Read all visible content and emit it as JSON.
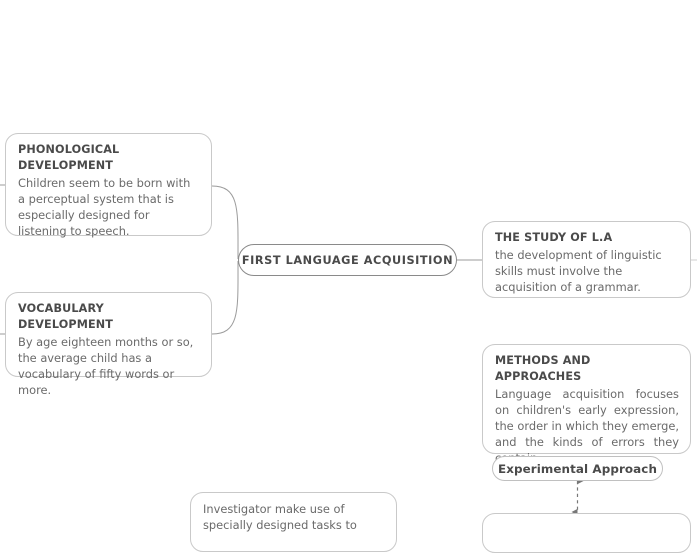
{
  "diagram": {
    "type": "mind-map",
    "title": "First Language Acquisition mind map",
    "colors": {
      "background": "#ffffff",
      "node_border": "#c9c9c9",
      "central_border": "#8a8a8a",
      "heading_text": "#4a4a4a",
      "body_text": "#6a6a6a",
      "connector": "#9b9b9b",
      "dashed_connector": "#777777"
    }
  },
  "central": {
    "label": "FIRST LANGUAGE ACQUISITION"
  },
  "nodes": {
    "phonological": {
      "title": "PHONOLOGICAL\nDEVELOPMENT",
      "body": "Children seem to be born with a perceptual system that is especially designed for listening to speech."
    },
    "vocabulary": {
      "title": "VOCABULARY DEVELOPMENT",
      "body": "By age eighteen months or so, the average child has a vocabulary of fifty words or more."
    },
    "study_of_la": {
      "title": "THE STUDY OF L.A",
      "body": "the development of linguistic skills must involve the acquisition of a grammar."
    },
    "methods": {
      "title": "METHODS AND APPROACHES",
      "body": "Language acquisition focuses on children's early expression, the order in which they emerge, and the kinds of errors they contain."
    },
    "experimental_approach": {
      "label": "Experimental Approach"
    },
    "investigator": {
      "body": "Investigator make use of specially designed tasks to"
    }
  }
}
